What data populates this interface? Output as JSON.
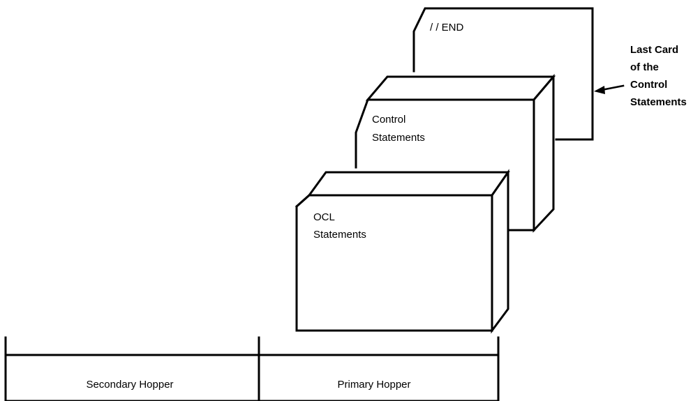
{
  "cards": {
    "end_card": {
      "label": "/ / END"
    },
    "control_deck": {
      "line1": "Control",
      "line2": "Statements"
    },
    "ocl_deck": {
      "line1": "OCL",
      "line2": "Statements"
    }
  },
  "callout": {
    "lines": [
      "Last Card",
      "of the",
      "Control",
      "Statements"
    ]
  },
  "hoppers": {
    "secondary": "Secondary Hopper",
    "primary": "Primary Hopper"
  }
}
